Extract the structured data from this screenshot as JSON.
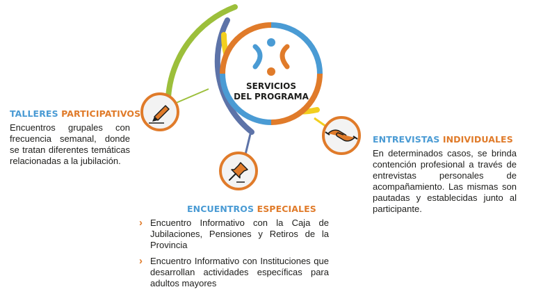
{
  "center": {
    "title_line1": "SERVICIOS",
    "title_line2": "DEL PROGRAMA"
  },
  "colors": {
    "blue": "#4a9bd4",
    "orange": "#e07b2a",
    "green": "#9cbf3b",
    "slate": "#5d73a8",
    "yellow": "#f2cf1f",
    "dark_text": "#1d1d1b",
    "icon_bg": "#f3f3f3"
  },
  "talleres": {
    "heading_part1": "TALLERES",
    "heading_part2": "PARTICIPATIVOS",
    "description": "Encuentros grupales con frecuencia semanal, donde se tratan diferentes temáticas relacionadas a la jubilación.",
    "icon": "pencil-icon"
  },
  "encuentros": {
    "heading_part1": "ENCUENTROS",
    "heading_part2": "ESPECIALES",
    "items": [
      "Encuentro Informativo con la Caja de Jubilaciones, Pensiones y Retiros de la Provincia",
      "Encuentro Informativo con Instituciones que desarrollan actividades específicas para adultos mayores"
    ],
    "bullet_glyph": "›",
    "icon": "pushpin-icon"
  },
  "entrevistas": {
    "heading_part1": "ENTREVISTAS",
    "heading_part2": "INDIVIDUALES",
    "description": "En determinados casos, se brinda contención profesional a través de entrevistas personales de acompañamiento. Las mismas son pautadas y establecidas junto al participante.",
    "icon": "handshake-icon"
  }
}
